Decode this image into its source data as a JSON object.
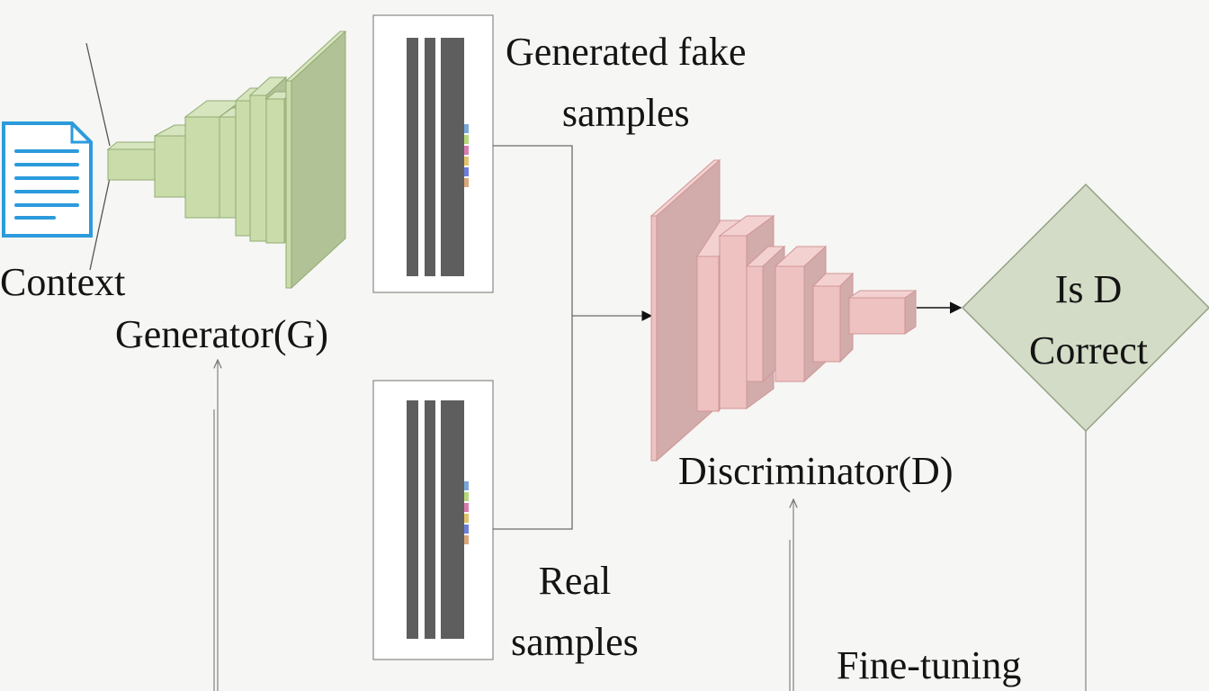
{
  "labels": {
    "context": "Context",
    "generator": "Generator(G)",
    "generated_fake_samples": [
      "Generated fake",
      "samples"
    ],
    "real_samples": [
      "Real",
      "samples"
    ],
    "discriminator": "Discriminator(D)",
    "decision": [
      "Is D",
      "Correct"
    ],
    "fine_tuning": "Fine-tuning"
  },
  "colors": {
    "generator_fill": "#c9dcaa",
    "generator_stroke": "#93ab73",
    "discriminator_fill": "#efc2c2",
    "discriminator_stroke": "#cf9696",
    "decision_fill": "#d3dcc6",
    "decision_stroke": "#93a083",
    "document_icon": "#2c9bdc",
    "sample_bars": "#5e5e5e",
    "connector": "#6b6b6b"
  },
  "icons": {
    "document": "document-icon"
  }
}
